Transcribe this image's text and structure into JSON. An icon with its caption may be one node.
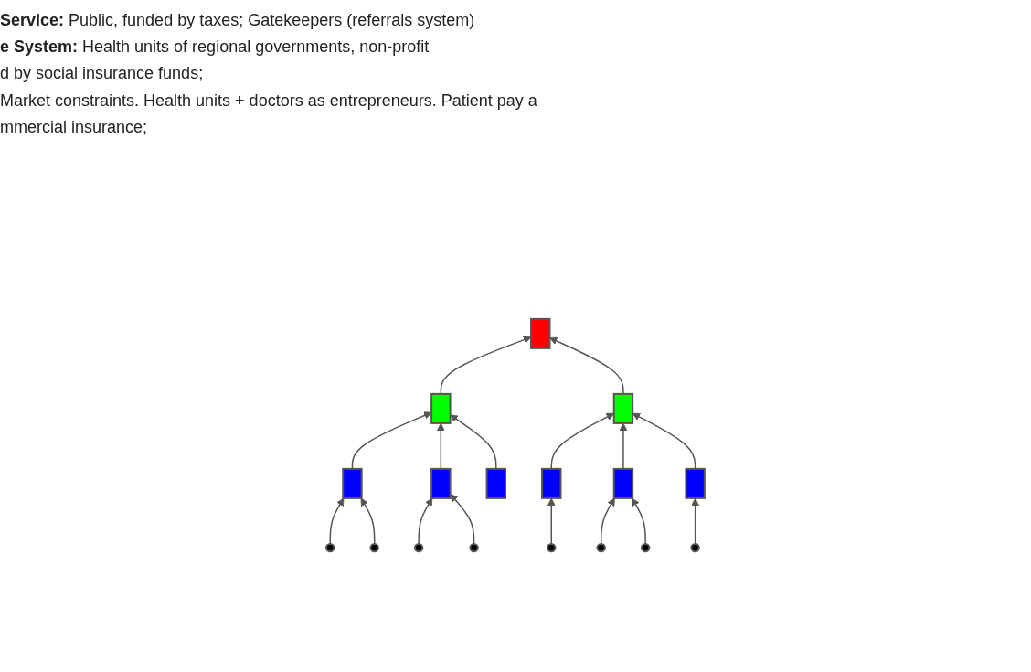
{
  "diagram": {
    "nodes": [
      {
        "text": [],
        "shape": "box"
      },
      {
        "text": [],
        "shape": "box"
      },
      {
        "text": [],
        "shape": "box"
      },
      {
        "text": [],
        "shape": "box"
      },
      {
        "text": [],
        "shape": "box"
      },
      {
        "text": [],
        "shape": "box"
      },
      {
        "text": [],
        "shape": "box"
      },
      {
        "text": [],
        "shape": "box"
      },
      {
        "text": [],
        "shape": "box"
      },
      {
        "text": [],
        "shape": "circle"
      },
      {
        "text": [],
        "shape": "circle"
      },
      {
        "text": [],
        "shape": "circle"
      },
      {
        "text": [],
        "shape": "circle"
      },
      {
        "text": [],
        "shape": "circle"
      },
      {
        "text": [],
        "shape": "circle"
      },
      {
        "text": [],
        "shape": "circle"
      },
      {
        "text": [],
        "shape": "circle"
      }
    ],
    "edges": [
      {
        "from": 1,
        "to": 0,
        "arrow": "to"
      },
      {
        "from": 2,
        "to": 0,
        "arrow": "to"
      },
      {
        "from": 3,
        "to": 1,
        "arrow": "to"
      },
      {
        "from": 4,
        "to": 1,
        "arrow": "to"
      },
      {
        "from": 5,
        "to": 1,
        "arrow": "to"
      },
      {
        "from": 6,
        "to": 2,
        "arrow": "to"
      },
      {
        "from": 7,
        "to": 2,
        "arrow": "to"
      },
      {
        "from": 8,
        "to": 2,
        "arrow": "to"
      },
      {
        "from": 9,
        "to": 3,
        "arrow": "to"
      },
      {
        "from": 10,
        "to": 3,
        "arrow": "to"
      },
      {
        "from": 11,
        "to": 4,
        "arrow": "to"
      },
      {
        "from": 12,
        "to": 4,
        "arrow": "to"
      },
      {
        "from": 13,
        "to": 6,
        "arrow": "to"
      },
      {
        "from": 14,
        "to": 7,
        "arrow": "to"
      },
      {
        "from": 15,
        "to": 7,
        "arrow": "to"
      },
      {
        "from": 16,
        "to": 8,
        "arrow": "to"
      }
    ],
    "labels": [
      "**Service:** Public, funded by taxes; Gatekeepers (referrals system)",
      "**e System:** Health units of regional governments, non-profit",
      "d by social insurance funds;",
      "Market constraints. Health units + doctors as entrepreneurs. Patient pay a",
      "mmercial insurance;"
    ]
  }
}
